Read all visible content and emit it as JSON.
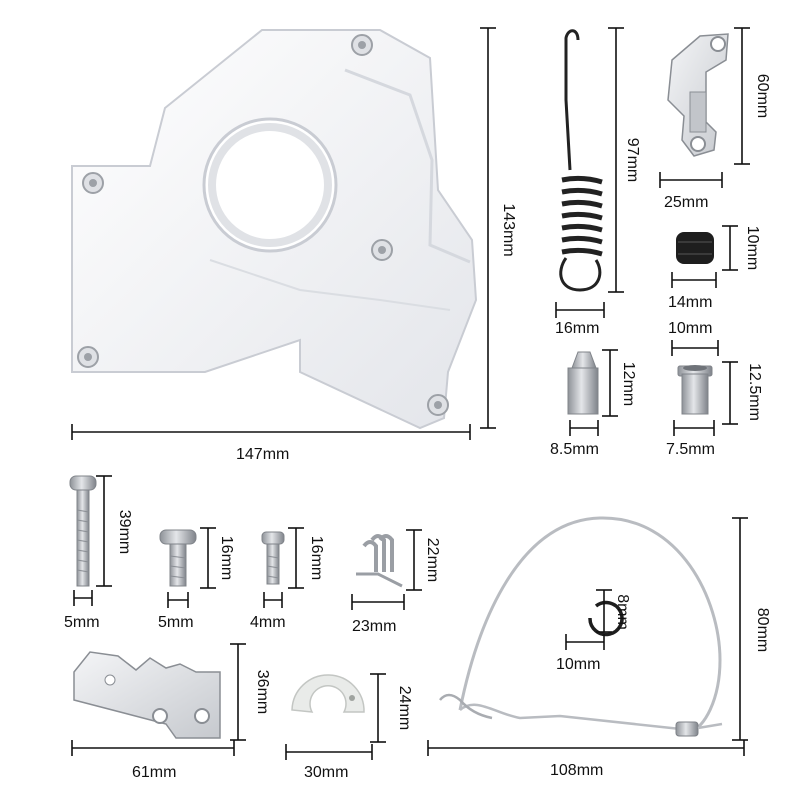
{
  "labels": {
    "cover_height": "143mm",
    "cover_width": "147mm",
    "spring_length": "97mm",
    "spring_width": "16mm",
    "lever_height": "60mm",
    "lever_width": "25mm",
    "bushing_height": "10mm",
    "bushing_width": "14mm",
    "pin_height": "12mm",
    "pin_width": "8.5mm",
    "sleeve_top": "10mm",
    "sleeve_height": "12.5mm",
    "sleeve_width": "7.5mm",
    "bolt_long_len": "39mm",
    "bolt_long_dia": "5mm",
    "bolt_mid_len": "16mm",
    "bolt_mid_dia": "5mm",
    "bolt_small_len": "16mm",
    "bolt_small_dia": "4mm",
    "torsion_height": "22mm",
    "torsion_width": "23mm",
    "clip_height": "8mm",
    "clip_width": "10mm",
    "band_height": "80mm",
    "band_width": "108mm",
    "plate_height": "36mm",
    "plate_width": "61mm",
    "washer_height": "24mm",
    "washer_width": "30mm"
  },
  "colors": {
    "cover": "#f2f3f6",
    "cover_edge": "#c9ccd3",
    "metal": "#b9bcc1",
    "metal_dark": "#7d8187",
    "rubber": "#1e1e1e",
    "spring": "#222222",
    "washer": "#e9ebe9",
    "dimension_line": "#111111"
  }
}
